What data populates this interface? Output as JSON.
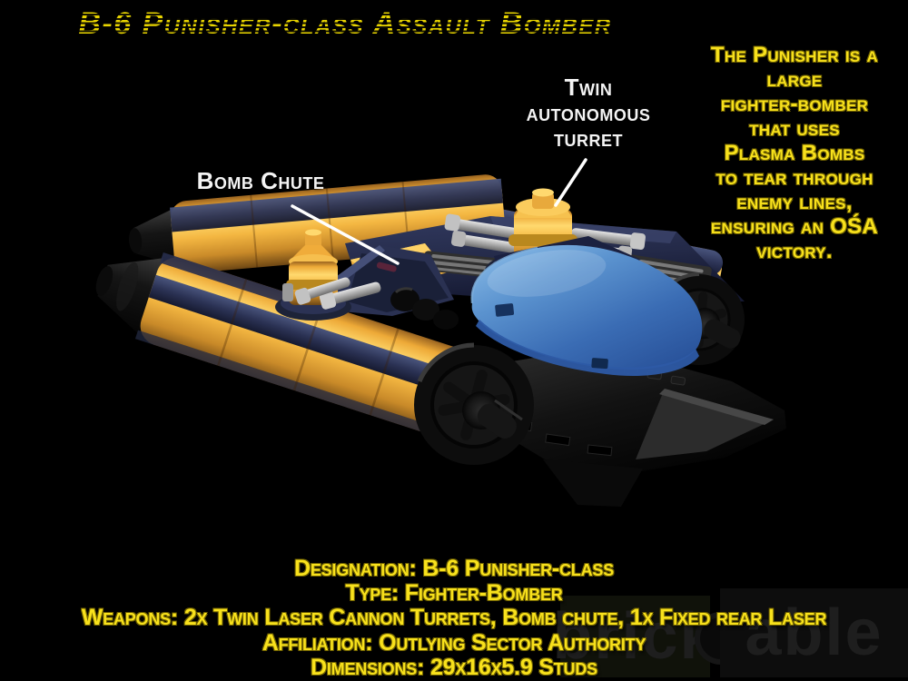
{
  "title": "B-6 Punisher-class Assault Bomber",
  "infobox": {
    "lines": [
      "The Punisher is a",
      "large",
      "fighter-bomber",
      "that uses",
      "Plasma Bombs",
      "to tear through",
      "enemy lines,",
      "ensuring an OŚA",
      "victory."
    ]
  },
  "callouts": {
    "turret": {
      "lines": [
        "Twin",
        "autonomous",
        "turret"
      ]
    },
    "bomb_chute": {
      "label": "Bomb Chute"
    }
  },
  "specs": {
    "lines": [
      "Designation: B-6 Punisher-class",
      "Type: Fighter-Bomber",
      "Weapons: 2x Twin Laser Cannon Turrets, Bomb chute, 1x Fixed rear Laser",
      "Affiliation: Outlying Sector Authority",
      "Dimensions: 29x16x5.9 Studs"
    ]
  },
  "watermark": {
    "part1": "brick",
    "part2": "able"
  },
  "colors": {
    "background": "#000000",
    "title_yellow": "#e8d400",
    "body_text_yellow": "#f8e11c",
    "label_white": "#f4f4f4",
    "brick_yellow": "#f4b742",
    "hull_navy": "#2b3254",
    "canopy_blue": "#5b93cf",
    "engine_black": "#0d0d0d",
    "gun_gray": "#a9a9a9",
    "watermark_gray": "#1e1e1e"
  }
}
